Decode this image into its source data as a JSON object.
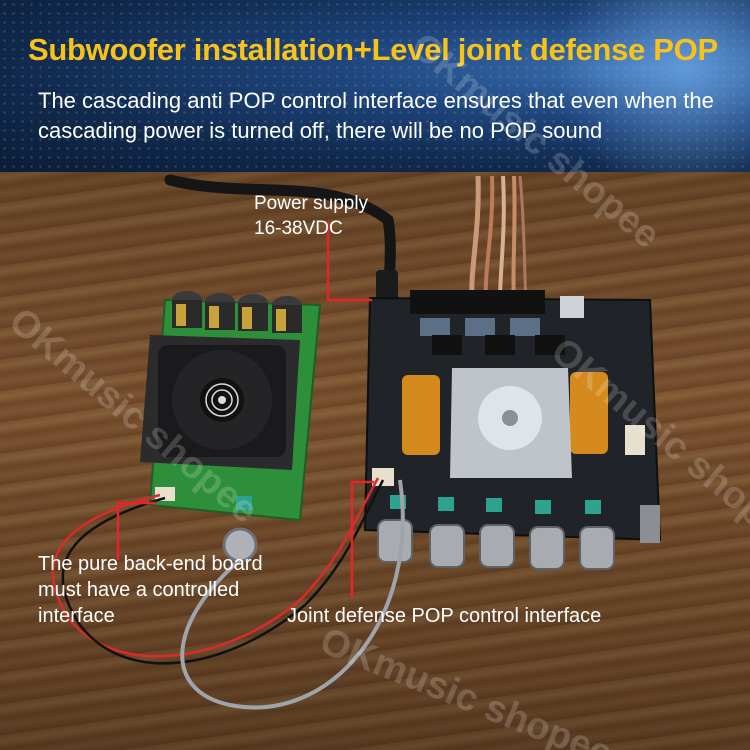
{
  "header": {
    "title": "Subwoofer installation+Level joint defense POP",
    "subtitle": "The cascading anti POP control interface ensures that even when the cascading power is turned off, there will be no POP sound"
  },
  "annotations": {
    "power_supply": "Power supply\n16-38VDC",
    "pure_backend": "The pure back-end board must have a controlled interface",
    "joint_defense": "Joint defense POP control interface"
  },
  "watermark": "OKmusic shopee",
  "colors": {
    "title": "#f7c21a",
    "annotation_line": "#e8242a",
    "pcb_main": "#202327",
    "pcb_sub": "#2e8f3a"
  }
}
